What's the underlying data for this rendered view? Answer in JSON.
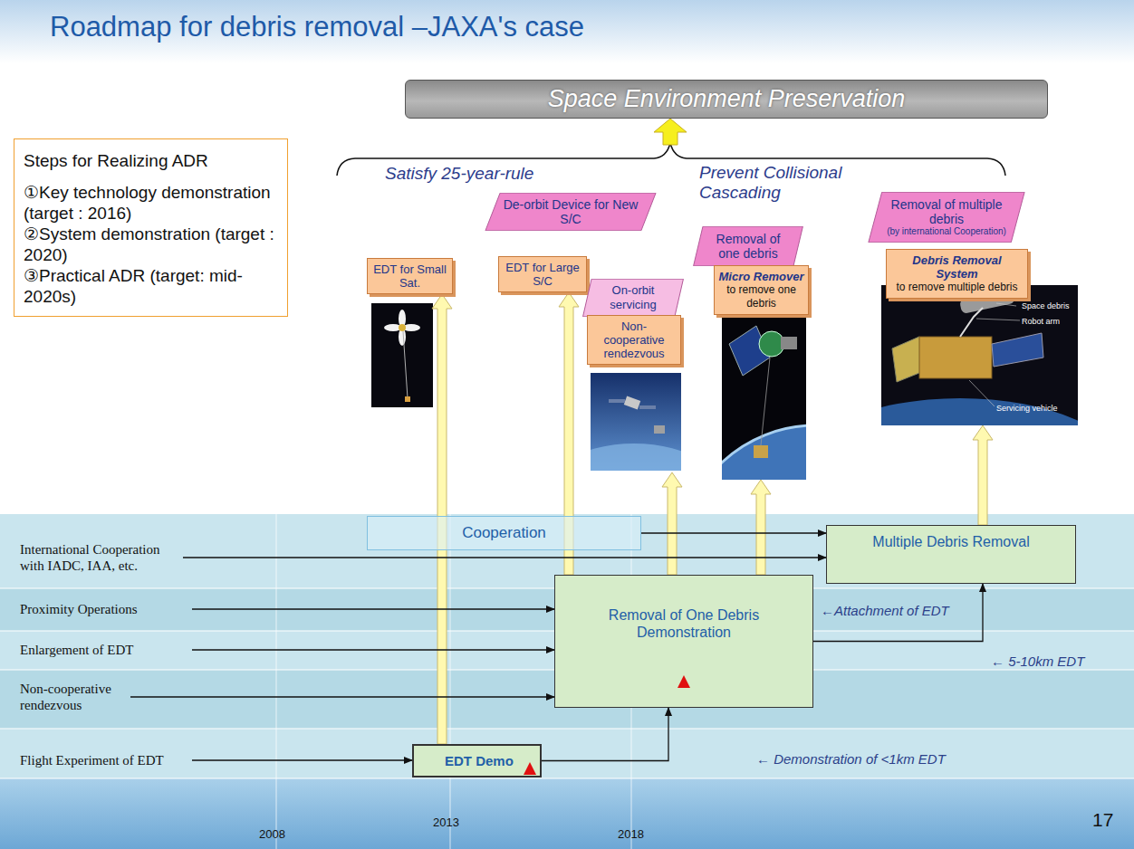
{
  "diagram": {
    "title": "Roadmap for debris removal –JAXA's case",
    "nodes": [
      {
        "text": [
          "Space Environment Preservation"
        ]
      },
      {
        "text": [
          "Steps for Realizing ADR",
          "①Key technology demonstration (target : 2016)",
          "②System demonstration (target : 2020)",
          "③Practical ADR (target: mid-2020s)"
        ]
      },
      {
        "text": [
          "De-orbit Device for New S/C"
        ]
      },
      {
        "text": [
          "Removal of one debris"
        ]
      },
      {
        "text": [
          "Removal of multiple debris",
          "(by international Cooperation)"
        ]
      },
      {
        "text": [
          "EDT for Small Sat."
        ]
      },
      {
        "text": [
          "EDT for Large S/C"
        ]
      },
      {
        "text": [
          "On-orbit servicing"
        ]
      },
      {
        "text": [
          "Non-cooperative rendezvous"
        ]
      },
      {
        "text": [
          "Micro Remover",
          "to remove one debris"
        ]
      },
      {
        "text": [
          "Debris Removal System",
          "to remove multiple debris"
        ]
      },
      {
        "text": [
          "International Cooperation with IADC, IAA, etc."
        ]
      },
      {
        "text": [
          "Cooperation"
        ]
      },
      {
        "text": [
          "Multiple Debris Removal"
        ]
      },
      {
        "text": [
          "Proximity Operations"
        ]
      },
      {
        "text": [
          "Removal of One Debris Demonstration"
        ]
      },
      {
        "text": [
          "Enlargement of EDT"
        ]
      },
      {
        "text": [
          "Non-cooperative rendezvous"
        ]
      },
      {
        "text": [
          "EDT Demo"
        ]
      },
      {
        "text": [
          "Flight Experiment of EDT"
        ]
      }
    ],
    "edges": [
      {
        "from": 18,
        "to": 5,
        "arrow": "to"
      },
      {
        "from": 15,
        "to": 6,
        "arrow": "to"
      },
      {
        "from": 15,
        "to": 8,
        "arrow": "to"
      },
      {
        "from": 15,
        "to": 9,
        "arrow": "to"
      },
      {
        "from": 13,
        "to": 10,
        "arrow": "to"
      },
      {
        "from": 11,
        "to": 13,
        "arrow": "to"
      },
      {
        "from": 12,
        "to": 13,
        "arrow": "to"
      },
      {
        "from": 14,
        "to": 15,
        "arrow": "to"
      },
      {
        "from": 16,
        "to": 15,
        "arrow": "to"
      },
      {
        "from": 17,
        "to": 15,
        "arrow": "to"
      },
      {
        "from": 19,
        "to": 18,
        "arrow": "to"
      },
      {
        "from": 18,
        "to": 15,
        "arrow": "to"
      },
      {
        "from": 15,
        "to": 13,
        "arrow": "to"
      }
    ],
    "labels": [
      "Satisfy 25-year-rule",
      "Prevent Collisional Cascading",
      "←Attachment of EDT",
      "← 5-10km EDT",
      "← Demonstration of <1km EDT",
      "2008",
      "2013",
      "2018",
      "17",
      "Space debris",
      "Robot arm",
      "Servicing vehicle"
    ]
  }
}
